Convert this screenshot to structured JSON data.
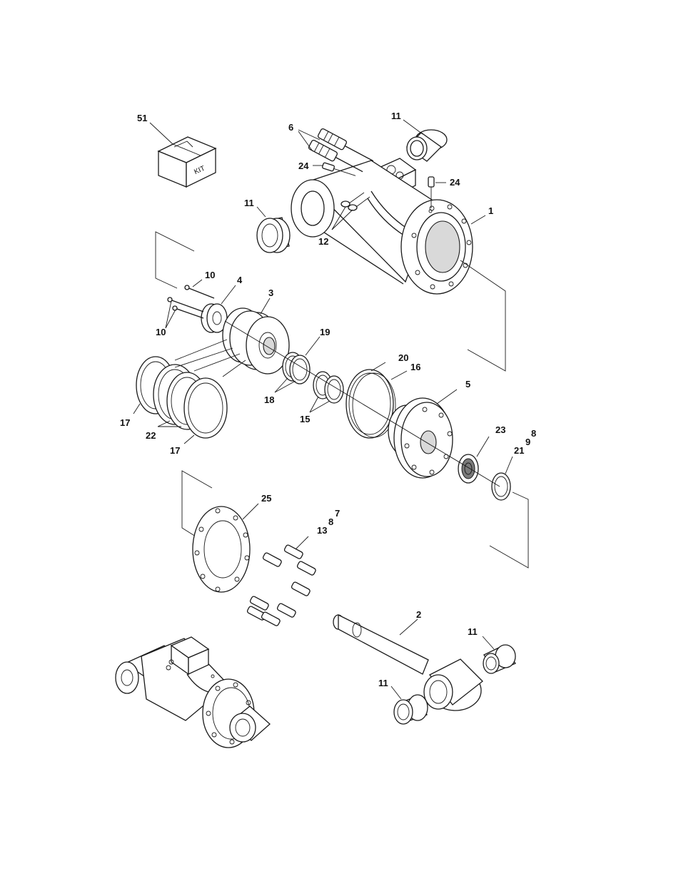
{
  "kit_label": "KIT",
  "callouts": {
    "c51": "51",
    "c6": "6",
    "c11_top": "11",
    "c24_left": "24",
    "c24_right": "24",
    "c11_left": "11",
    "c12": "12",
    "c1": "1",
    "c10_top": "10",
    "c4": "4",
    "c3": "3",
    "c10_bottom": "10",
    "c19": "19",
    "c20": "20",
    "c16": "16",
    "c5": "5",
    "c18": "18",
    "c17_left": "17",
    "c22": "22",
    "c17_bottom": "17",
    "c15": "15",
    "c23": "23",
    "c8_right": "8",
    "c9": "9",
    "c21": "21",
    "c25": "25",
    "c7": "7",
    "c8_mid": "8",
    "c13": "13",
    "c2": "2",
    "c11_rod_right": "11",
    "c11_rod_left": "11"
  }
}
